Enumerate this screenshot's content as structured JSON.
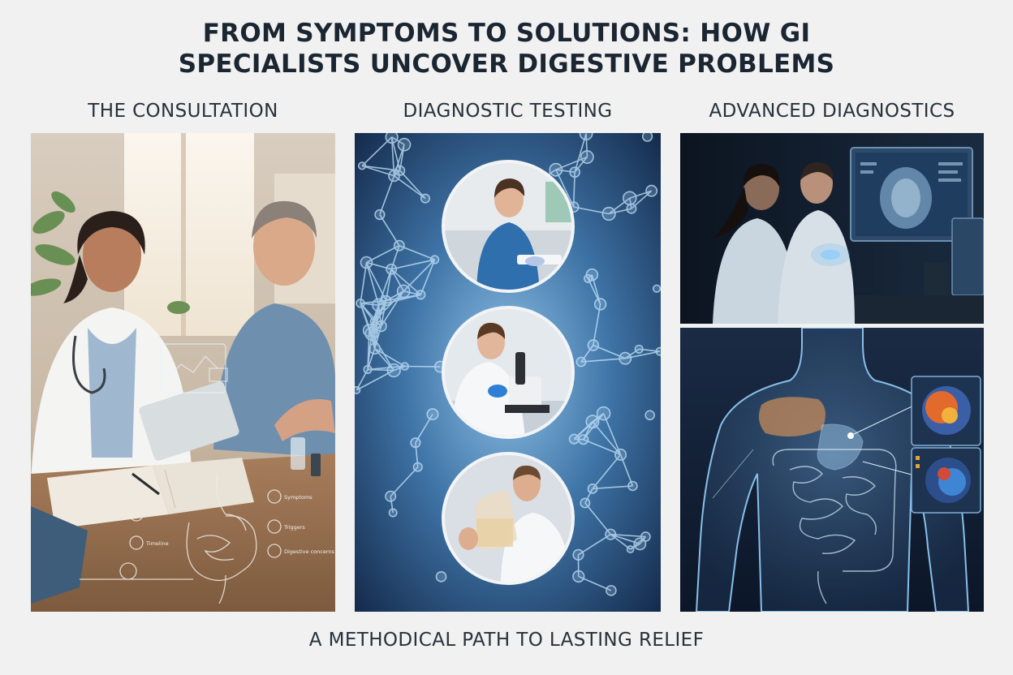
{
  "title": {
    "line1": "FROM SYMPTOMS TO SOLUTIONS: HOW GI",
    "line2": "SPECIALISTS UNCOVER DIGESTIVE PROBLEMS"
  },
  "columns": [
    {
      "label": "THE CONSULTATION"
    },
    {
      "label": "DIAGNOSTIC TESTING"
    },
    {
      "label": "ADVANCED DIAGNOSTICS"
    }
  ],
  "consultation_overlay": {
    "labels": [
      "Symptoms",
      "Timeline",
      "Triggers",
      "Digestive concerns"
    ]
  },
  "footer": "A METHODICAL PATH TO LASTING RELIEF",
  "colors": {
    "background": "#f1f1f1",
    "title": "#1b2633",
    "molecule_blue": "#4f8fc4",
    "xray_glow": "#7fc4f0"
  }
}
